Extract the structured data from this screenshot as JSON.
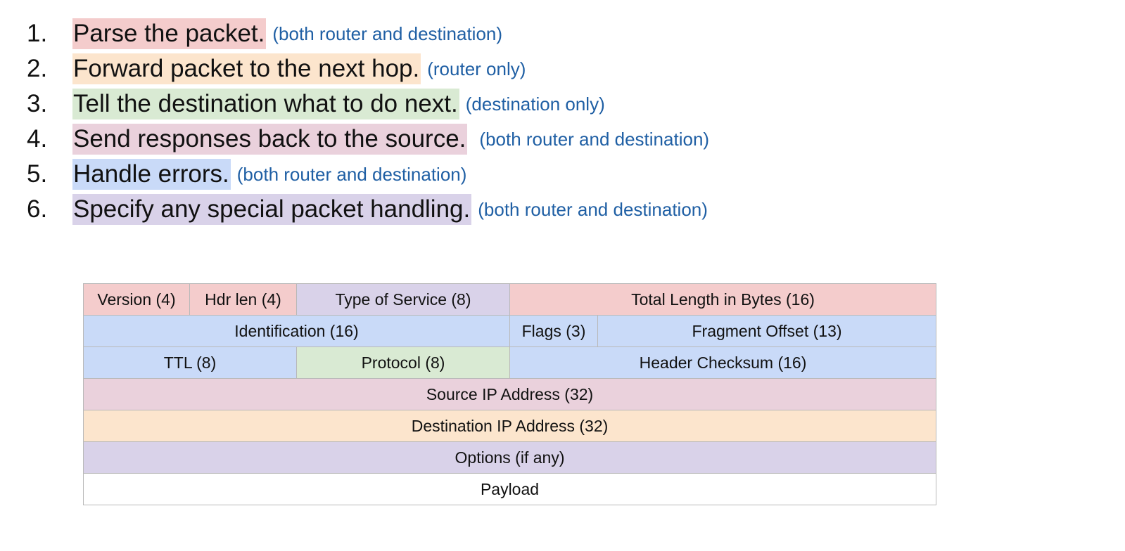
{
  "colors": {
    "parse": "#f4cccc",
    "forward": "#fce5cd",
    "tell_destination": "#d9ead3",
    "send_responses": "#ead1dc",
    "handle_errors": "#c9daf8",
    "special_handling": "#d9d2e9",
    "payload": "#ffffff",
    "note_text": "#1f5fa4"
  },
  "steps": [
    {
      "num": "1.",
      "text": "Parse the packet.",
      "note": "(both router and destination)"
    },
    {
      "num": "2.",
      "text": "Forward packet to the next hop.",
      "note": "(router only)"
    },
    {
      "num": "3.",
      "text": "Tell the destination what to do next.",
      "note": "(destination only)"
    },
    {
      "num": "4.",
      "text": "Send responses back to the source.",
      "note": "(both router and destination)"
    },
    {
      "num": "5.",
      "text": "Handle errors.",
      "note": "(both router and destination)"
    },
    {
      "num": "6.",
      "text": "Specify any special packet handling.",
      "note": "(both router and destination)"
    }
  ],
  "header": {
    "row1": {
      "version": "Version (4)",
      "hdr_len": "Hdr len (4)",
      "tos": "Type of Service (8)",
      "total_length": "Total Length in Bytes (16)"
    },
    "row2": {
      "identification": "Identification (16)",
      "flags": "Flags (3)",
      "fragment_offset": "Fragment Offset (13)"
    },
    "row3": {
      "ttl": "TTL (8)",
      "protocol": "Protocol (8)",
      "checksum": "Header Checksum (16)"
    },
    "source_ip": "Source IP Address (32)",
    "destination_ip": "Destination IP Address (32)",
    "options": "Options (if any)",
    "payload": "Payload"
  }
}
